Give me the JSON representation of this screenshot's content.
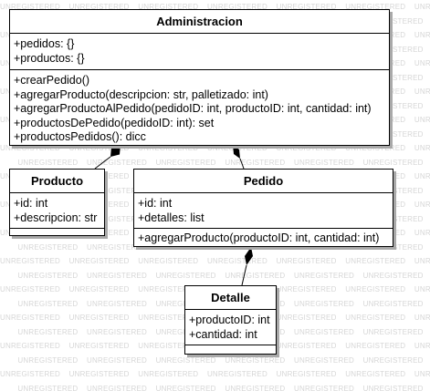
{
  "watermark": "UNREGISTERED",
  "classes": {
    "administracion": {
      "name": "Administracion",
      "attributes": [
        "+pedidos: {}",
        "+productos: {}"
      ],
      "operations": [
        "+crearPedido()",
        "+agregarProducto(descripcion: str, palletizado: int)",
        "+agregarProductoAlPedido(pedidoID: int, productoID: int, cantidad: int)",
        "+productosDePedido(pedidoID: int): set",
        "+productosPedidos(): dicc"
      ]
    },
    "producto": {
      "name": "Producto",
      "attributes": [
        "+id: int",
        "+descripcion: str"
      ],
      "operations": []
    },
    "pedido": {
      "name": "Pedido",
      "attributes": [
        "+id: int",
        "+detalles: list"
      ],
      "operations": [
        "+agregarProducto(productoID: int, cantidad: int)"
      ]
    },
    "detalle": {
      "name": "Detalle",
      "attributes": [
        "+productoID: int",
        "+cantidad: int"
      ],
      "operations": []
    }
  },
  "relations": [
    {
      "from": "producto",
      "to": "administracion",
      "type": "composition"
    },
    {
      "from": "pedido",
      "to": "administracion",
      "type": "composition"
    },
    {
      "from": "detalle",
      "to": "pedido",
      "type": "composition"
    }
  ]
}
